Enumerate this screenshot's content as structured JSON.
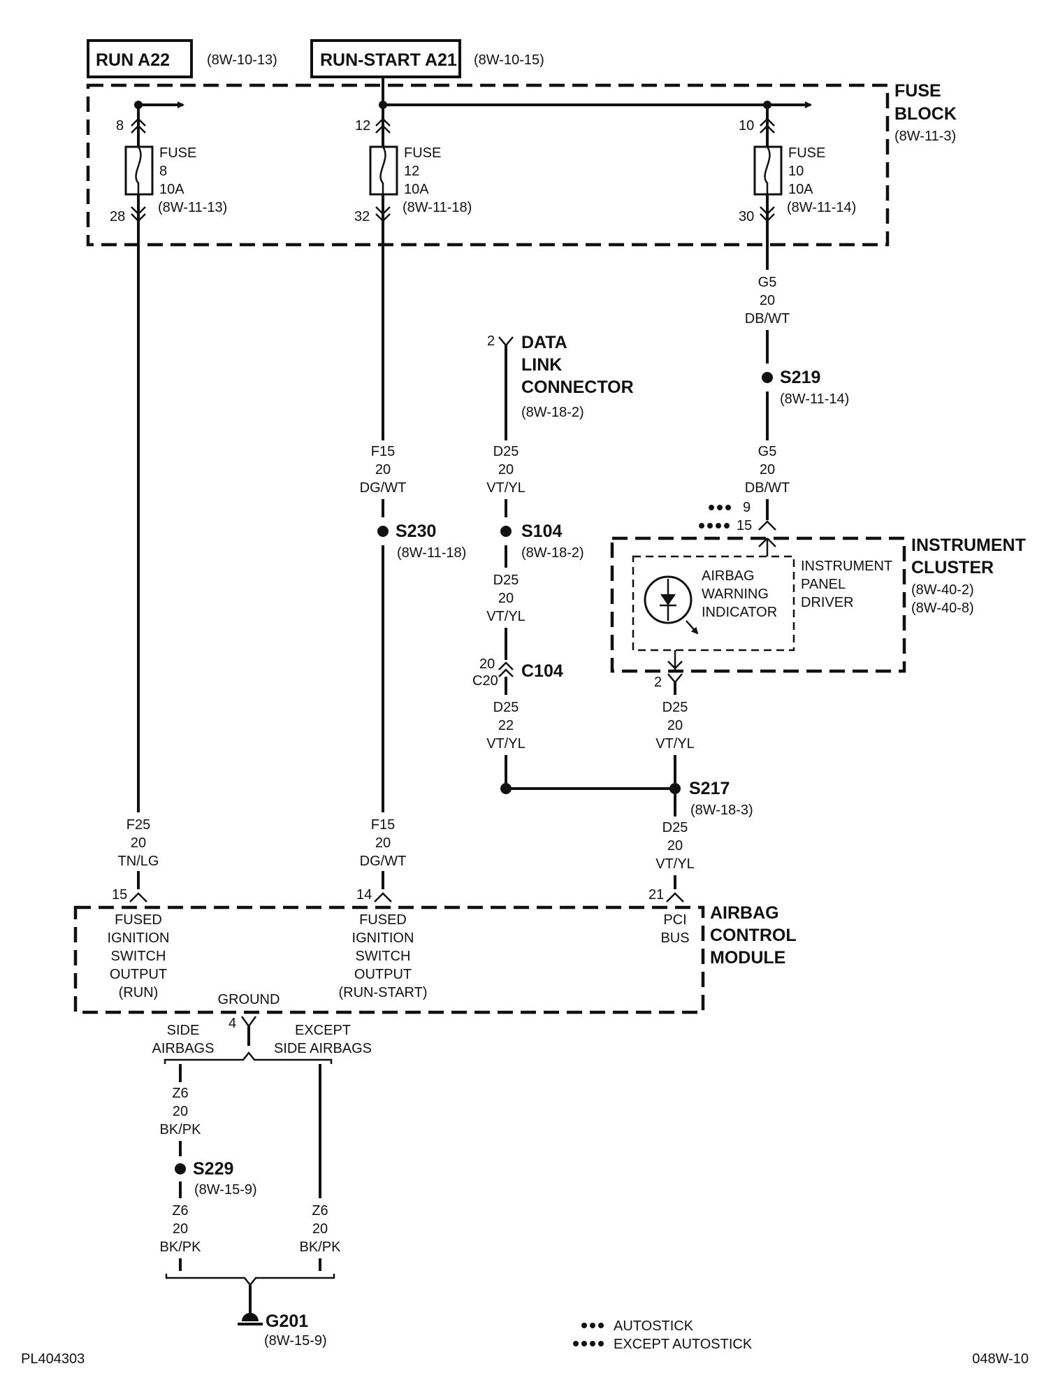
{
  "sources": {
    "run": {
      "label": "RUN A22",
      "ref": "(8W-10-13)"
    },
    "run_start": {
      "label": "RUN-START A21",
      "ref": "(8W-10-15)"
    }
  },
  "fuse_block": {
    "title_line1": "FUSE",
    "title_line2": "BLOCK",
    "ref": "(8W-11-3)"
  },
  "fuses": [
    {
      "in_pin": "8",
      "out_pin": "28",
      "l1": "FUSE",
      "l2": "8",
      "l3": "10A",
      "ref": "(8W-11-13)"
    },
    {
      "in_pin": "12",
      "out_pin": "32",
      "l1": "FUSE",
      "l2": "12",
      "l3": "10A",
      "ref": "(8W-11-18)"
    },
    {
      "in_pin": "10",
      "out_pin": "30",
      "l1": "FUSE",
      "l2": "10",
      "l3": "10A",
      "ref": "(8W-11-14)"
    }
  ],
  "wires": {
    "g5_top": [
      "G5",
      "20",
      "DB/WT"
    ],
    "g5_bottom": [
      "G5",
      "20",
      "DB/WT"
    ],
    "f15_top": [
      "F15",
      "20",
      "DG/WT"
    ],
    "f15_bottom": [
      "F15",
      "20",
      "DG/WT"
    ],
    "f25": [
      "F25",
      "20",
      "TN/LG"
    ],
    "d25_a": [
      "D25",
      "20",
      "VT/YL"
    ],
    "d25_b": [
      "D25",
      "20",
      "VT/YL"
    ],
    "d25_c": [
      "D25",
      "22",
      "VT/YL"
    ],
    "d25_d": [
      "D25",
      "20",
      "VT/YL"
    ],
    "d25_e": [
      "D25",
      "20",
      "VT/YL"
    ],
    "z6_a": [
      "Z6",
      "20",
      "BK/PK"
    ],
    "z6_b": [
      "Z6",
      "20",
      "BK/PK"
    ],
    "z6_c": [
      "Z6",
      "20",
      "BK/PK"
    ]
  },
  "splices": {
    "s219": {
      "name": "S219",
      "ref": "(8W-11-14)"
    },
    "s230": {
      "name": "S230",
      "ref": "(8W-11-18)"
    },
    "s104": {
      "name": "S104",
      "ref": "(8W-18-2)"
    },
    "s217": {
      "name": "S217",
      "ref": "(8W-18-3)"
    },
    "s229": {
      "name": "S229",
      "ref": "(8W-15-9)"
    }
  },
  "dlc": {
    "pin": "2",
    "l1": "DATA",
    "l2": "LINK",
    "l3": "CONNECTOR",
    "ref": "(8W-18-2)"
  },
  "c104": {
    "name": "C104",
    "pin_a": "20",
    "pin_b": "C20"
  },
  "cluster": {
    "title_line1": "INSTRUMENT",
    "title_line2": "CLUSTER",
    "ref1": "(8W-40-2)",
    "ref2": "(8W-40-8)",
    "pin_a": "9",
    "pin_b": "15",
    "pin_out": "2",
    "driver": [
      "INSTRUMENT",
      "PANEL",
      "DRIVER"
    ],
    "indicator": [
      "AIRBAG",
      "WARNING",
      "INDICATOR"
    ]
  },
  "acm": {
    "title": [
      "AIRBAG",
      "CONTROL",
      "MODULE"
    ],
    "pin_run": "15",
    "pin_run_start": "14",
    "pin_pci": "21",
    "pin_gnd": "4",
    "run_label": [
      "FUSED",
      "IGNITION",
      "SWITCH",
      "OUTPUT",
      "(RUN)"
    ],
    "run_start_label": [
      "FUSED",
      "IGNITION",
      "SWITCH",
      "OUTPUT",
      "(RUN-START)"
    ],
    "pci_label": [
      "PCI",
      "BUS"
    ],
    "ground_label": "GROUND"
  },
  "options": {
    "side": [
      "SIDE",
      "AIRBAGS"
    ],
    "except_side": [
      "EXCEPT",
      "SIDE AIRBAGS"
    ]
  },
  "ground": {
    "name": "G201",
    "ref": "(8W-15-9)"
  },
  "legend": {
    "autostick": "AUTOSTICK",
    "except_autostick": "EXCEPT AUTOSTICK"
  },
  "footer": {
    "left": "PL404303",
    "right": "048W-10"
  }
}
